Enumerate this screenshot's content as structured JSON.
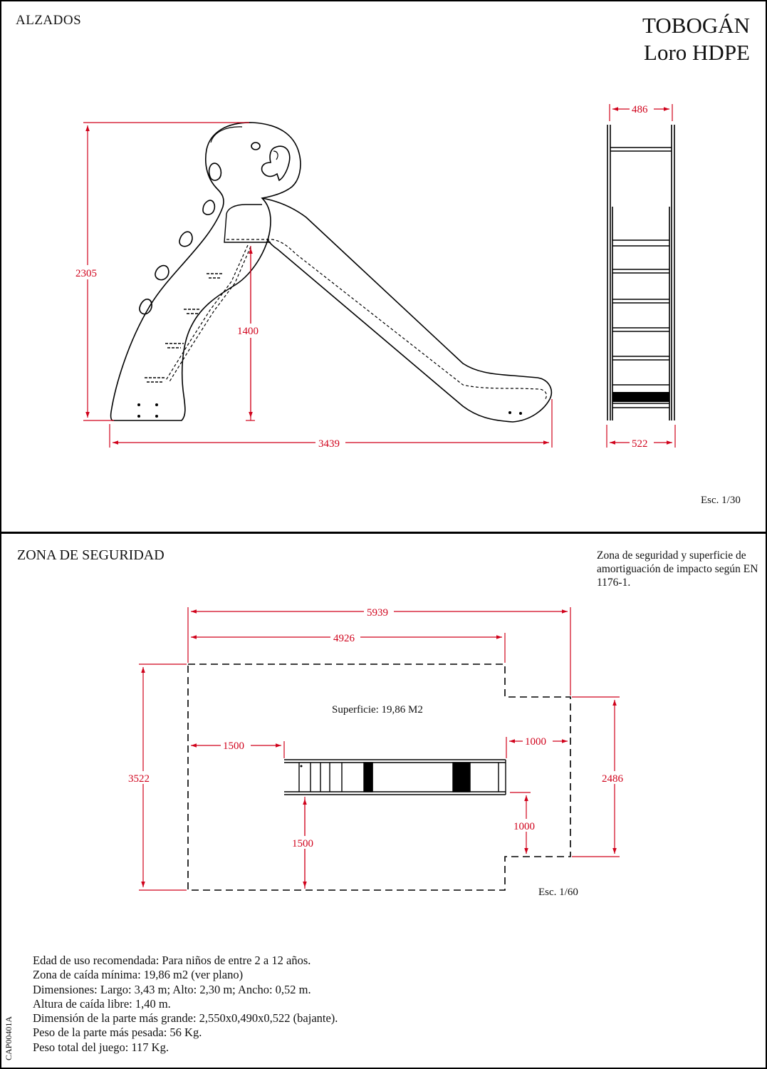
{
  "header": {
    "section_label": "ALZADOS",
    "title": "TOBOGÁN",
    "subtitle": "Loro HDPE"
  },
  "elevation": {
    "dimensions": {
      "height_total": "2305",
      "fall_height": "1400",
      "length_total": "3439",
      "width_top": "486",
      "width_bottom": "522"
    },
    "scale": "Esc. 1/30"
  },
  "safety_zone": {
    "title": "ZONA DE SEGURIDAD",
    "note": "Zona de seguridad y superficie de amortiguación de impacto según EN 1176-1.",
    "surface_label": "Superficie: 19,86 M2",
    "dimensions": {
      "total_length": "5939",
      "partial_length": "4926",
      "total_width": "3522",
      "partial_width": "2486",
      "left_clearance": "1500",
      "bottom_clearance": "1500",
      "right_clearance": "1000",
      "side_clearance": "1000"
    },
    "scale": "Esc. 1/60"
  },
  "specs": [
    "Edad de uso recomendada: Para niños de entre 2 a 12 años.",
    "Zona de caída mínima: 19,86 m2 (ver plano)",
    "Dimensiones: Largo: 3,43 m; Alto: 2,30 m; Ancho: 0,52 m.",
    "Altura de caída libre: 1,40 m.",
    "Dimensión de la parte más grande: 2,550x0,490x0,522 (bajante).",
    "Peso de la parte más pesada: 56 Kg.",
    "Peso total del juego: 117 Kg."
  ],
  "product_code": "CAP00401A",
  "colors": {
    "dimension_red": "#d0021b",
    "line_black": "#000000"
  }
}
